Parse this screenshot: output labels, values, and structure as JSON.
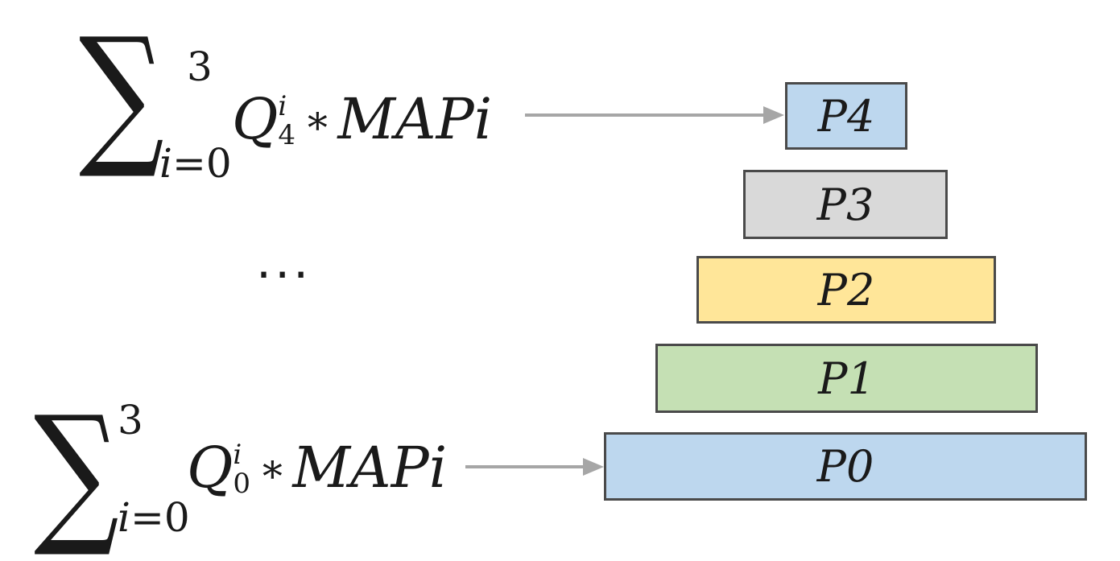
{
  "formula_top": {
    "sum_symbol": "∑",
    "upper_limit": "3",
    "lower_var": "i",
    "lower_eq": "=",
    "lower_val": "0",
    "q": "Q",
    "q_sup": "i",
    "q_sub": "4",
    "op": "∗",
    "map": "MAPi"
  },
  "ellipsis": "···",
  "formula_bottom": {
    "sum_symbol": "∑",
    "upper_limit": "3",
    "lower_var": "i",
    "lower_eq": "=",
    "lower_val": "0",
    "q": "Q",
    "q_sup": "i",
    "q_sub": "0",
    "op": "∗",
    "map": "MAPi"
  },
  "pyramid": [
    {
      "label": "P4",
      "fill": "#bdd7ee"
    },
    {
      "label": "P3",
      "fill": "#d9d9d9"
    },
    {
      "label": "P2",
      "fill": "#ffe699"
    },
    {
      "label": "P1",
      "fill": "#c5e0b4"
    },
    {
      "label": "P0",
      "fill": "#bdd7ee"
    }
  ],
  "arrow_color": "#a6a6a6"
}
